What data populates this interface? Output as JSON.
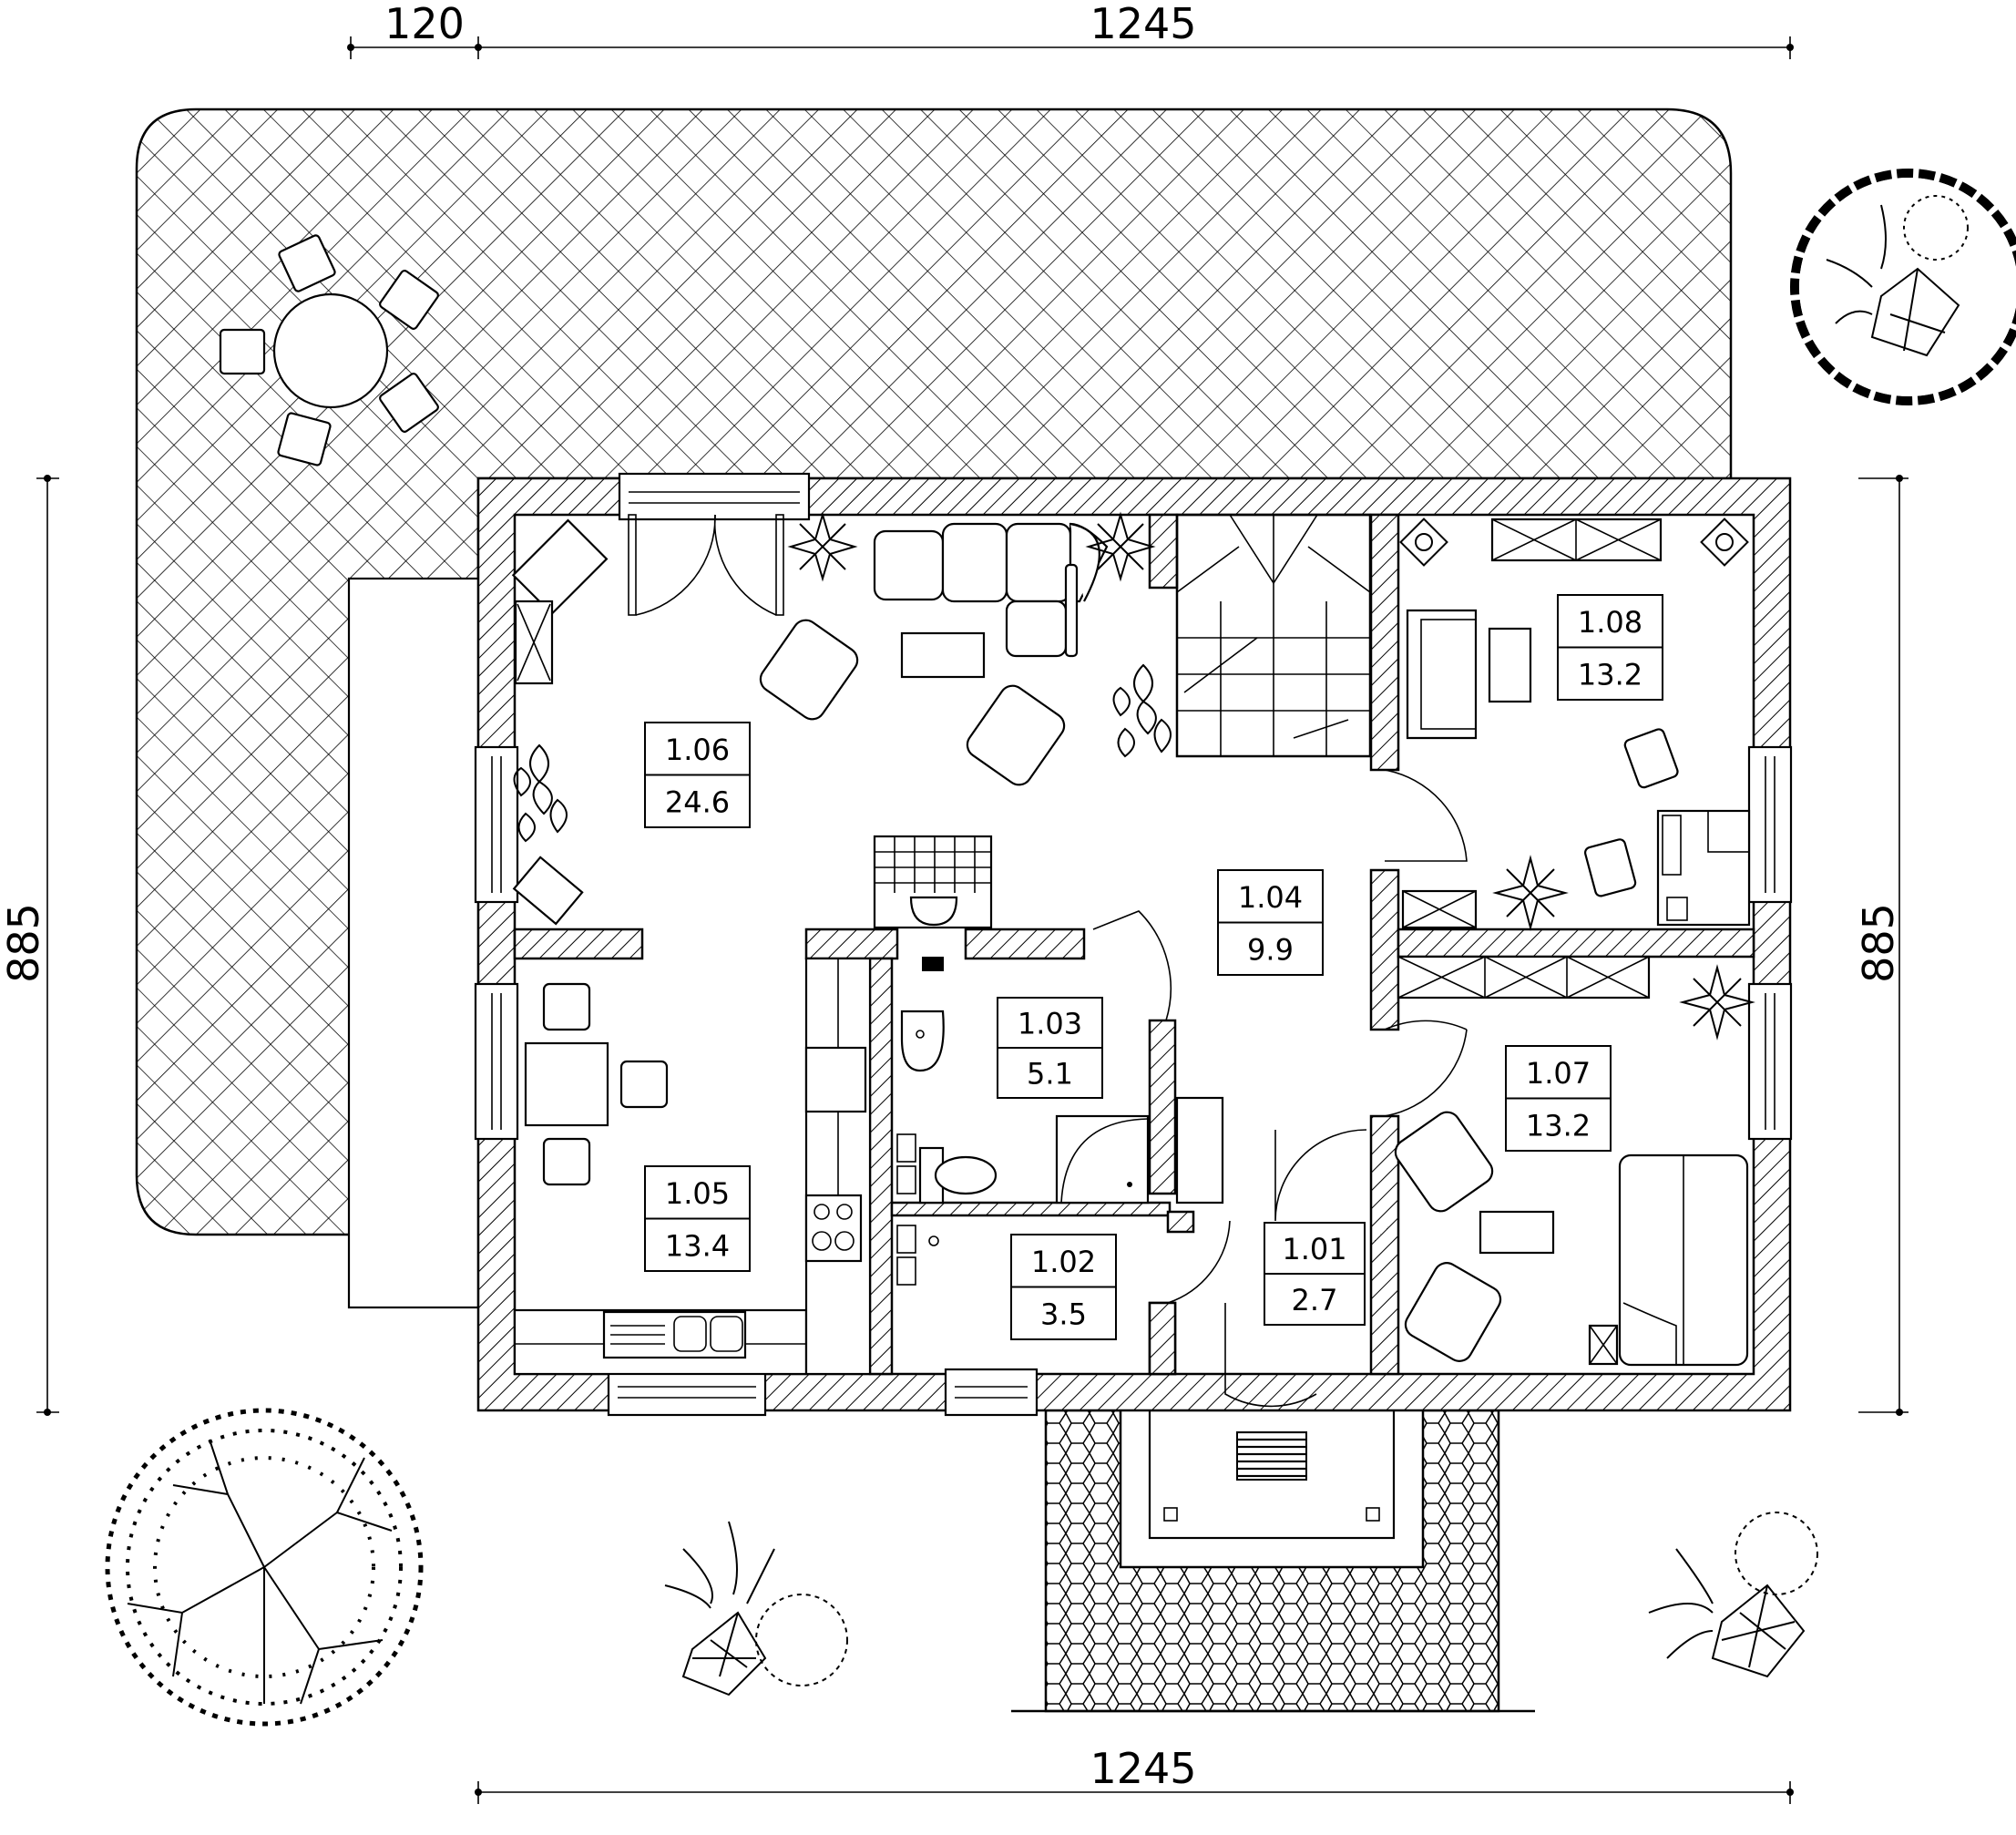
{
  "dimensions": {
    "top_left": "120",
    "top_main": "1245",
    "bottom": "1245",
    "left": "885",
    "right": "885"
  },
  "rooms": [
    {
      "id": "1.01",
      "area": "2.7"
    },
    {
      "id": "1.02",
      "area": "3.5"
    },
    {
      "id": "1.03",
      "area": "5.1"
    },
    {
      "id": "1.04",
      "area": "9.9"
    },
    {
      "id": "1.05",
      "area": "13.4"
    },
    {
      "id": "1.06",
      "area": "24.6"
    },
    {
      "id": "1.07",
      "area": "13.2"
    },
    {
      "id": "1.08",
      "area": "13.2"
    }
  ]
}
